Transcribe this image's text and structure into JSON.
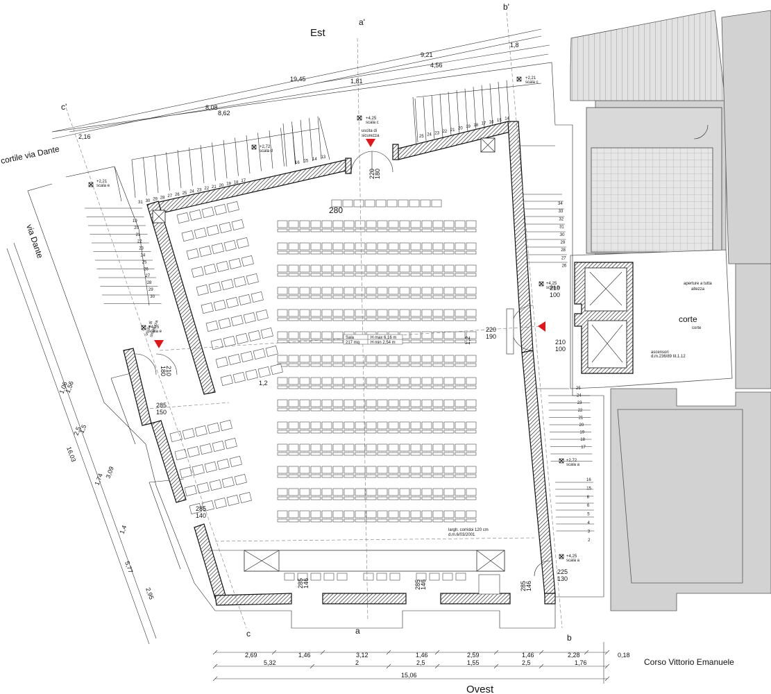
{
  "orientation": {
    "east": "Est",
    "west": "Ovest"
  },
  "streets": {
    "courtyard_via_dante": "cortile via Dante",
    "via_dante": "via Dante",
    "corso": "Corso Vittorio Emanuele"
  },
  "sections": {
    "a_prime": "a'",
    "b_prime": "b'",
    "c_prime": "c'",
    "a": "a",
    "b": "b",
    "c": "c"
  },
  "hall": {
    "name": "Sala",
    "area": "217 mq",
    "h_max": "H max 6,16 m",
    "h_min": "H min 2,54 m",
    "seat_label": "280",
    "corridors_note_1": "largh. corridoi 120 cm",
    "corridors_note_2": "d.m.6/03/2001",
    "aisle_center": "1,2",
    "aisle_left": "1,2"
  },
  "exits": {
    "safety_exit_1": "uscita di",
    "safety_exit_2": "sicurezza",
    "safety_exit_w1": "uscita di",
    "safety_exit_w2": "sicurezza",
    "door_top_1": "220",
    "door_top_2": "180",
    "door_right_1": "220",
    "door_right_2": "190",
    "door_left_1": "210",
    "door_left_2": "180",
    "door_left2_1": "285",
    "door_left2_2": "150",
    "door_left3_1": "285",
    "door_left3_2": "140",
    "door_br_1": "225",
    "door_br_2": "130",
    "door_bottom_1": "285",
    "door_bottom_2": "146",
    "door_bottom_3": "285",
    "door_bottom_4": "146",
    "door_bottom_5": "285",
    "door_bottom_6": "146",
    "lift_1a": "210",
    "lift_1b": "100",
    "lift_2a": "210",
    "lift_2b": "100"
  },
  "stairs": {
    "scala_c_top_level": "+4,25",
    "scala_c_top": "scala c",
    "scala_c_right_level": "+2,21",
    "scala_c_right": "scala c",
    "scala_d_level": "+2,72",
    "scala_d": "scala d",
    "scala_e_topleft_level": "+2,21",
    "scala_e_topleft": "scala e",
    "scala_e_left_level": "+4,25",
    "scala_e_left": "scala e",
    "scala_b_level": "+4,25",
    "scala_b": "scala b",
    "scala_a_mid_level": "+2,72",
    "scala_a_mid": "scala a",
    "scala_a_bot_level": "+4,25",
    "scala_a_bot": "scala a"
  },
  "step_numbers": {
    "top_right": [
      "25",
      "24",
      "23",
      "22",
      "21",
      "20",
      "19",
      "18",
      "17",
      "16",
      "15",
      "14"
    ],
    "top_middle": [
      "16",
      "15",
      "14",
      "13"
    ],
    "top_left": [
      "31",
      "30",
      "29",
      "28",
      "27",
      "26",
      "25",
      "24",
      "23",
      "22",
      "21",
      "20",
      "19",
      "18",
      "17"
    ],
    "left_column": [
      "19",
      "20",
      "21",
      "22",
      "23",
      "24",
      "25",
      "26",
      "27",
      "28",
      "29",
      "30"
    ],
    "right_upper": [
      "34",
      "33",
      "32",
      "31",
      "30",
      "29",
      "28",
      "27",
      "26"
    ],
    "right_lower": [
      "25",
      "24",
      "23",
      "22",
      "21",
      "20",
      "19",
      "18",
      "17"
    ],
    "right_bottom": [
      "16",
      "15",
      "8",
      "6",
      "5",
      "4",
      "3",
      "2"
    ]
  },
  "courtyard": {
    "corte_big": "corte",
    "corte_small": "corte",
    "openings_1": "aperture a tutta",
    "openings_2": "altezza",
    "lifts": "ascensori",
    "lifts_note": "d.m.236/89 tit.1.12"
  },
  "dimensions_top": {
    "d1": "1,8",
    "d2": "9,21",
    "d3": "4,56",
    "d4": "19,45",
    "d5": "1,81",
    "d6": "8,08",
    "d7": "8,62",
    "d8": "2,16"
  },
  "dimensions_left": {
    "d1": "1,56",
    "d2": "1,06",
    "d3": "1,5",
    "d4": "2,5",
    "d5": "16,03",
    "d6": "3,09",
    "d7": "1,74",
    "d8": "1,4",
    "d9": "5,77",
    "d10": "2,95"
  },
  "dimensions_bottom": {
    "r1": [
      "2,69",
      "1,46",
      "3,12",
      "1,46",
      "2,59",
      "1,46",
      "2,28",
      "0,18"
    ],
    "r2": [
      "5,32",
      "2",
      "2,5",
      "1,55",
      "2,5",
      "1,76"
    ],
    "r3": [
      "15,06"
    ]
  }
}
